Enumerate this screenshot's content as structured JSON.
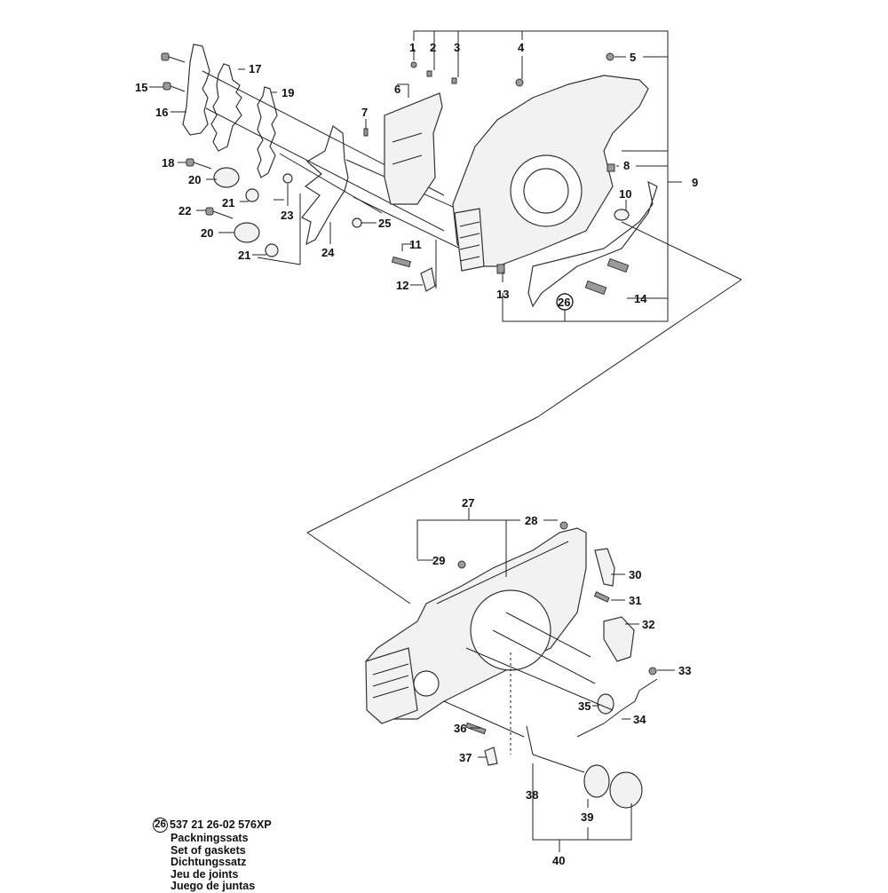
{
  "diagram": {
    "type": "exploded-parts-diagram",
    "subject": "Chainsaw crankcase assembly",
    "callouts": [
      {
        "id": "1",
        "label": "1"
      },
      {
        "id": "2",
        "label": "2"
      },
      {
        "id": "3",
        "label": "3"
      },
      {
        "id": "4",
        "label": "4"
      },
      {
        "id": "5",
        "label": "5"
      },
      {
        "id": "6",
        "label": "6"
      },
      {
        "id": "7",
        "label": "7"
      },
      {
        "id": "8",
        "label": "8"
      },
      {
        "id": "9",
        "label": "9"
      },
      {
        "id": "10",
        "label": "10"
      },
      {
        "id": "11",
        "label": "11"
      },
      {
        "id": "12",
        "label": "12"
      },
      {
        "id": "13",
        "label": "13"
      },
      {
        "id": "14",
        "label": "14"
      },
      {
        "id": "15",
        "label": "15"
      },
      {
        "id": "16",
        "label": "16"
      },
      {
        "id": "17",
        "label": "17"
      },
      {
        "id": "18",
        "label": "18"
      },
      {
        "id": "19",
        "label": "19"
      },
      {
        "id": "20a",
        "label": "20"
      },
      {
        "id": "20b",
        "label": "20"
      },
      {
        "id": "21a",
        "label": "21"
      },
      {
        "id": "21b",
        "label": "21"
      },
      {
        "id": "22",
        "label": "22"
      },
      {
        "id": "23",
        "label": "23"
      },
      {
        "id": "24",
        "label": "24"
      },
      {
        "id": "25",
        "label": "25"
      },
      {
        "id": "26",
        "label": "26",
        "circled": true
      },
      {
        "id": "27",
        "label": "27"
      },
      {
        "id": "28",
        "label": "28"
      },
      {
        "id": "29",
        "label": "29"
      },
      {
        "id": "30",
        "label": "30"
      },
      {
        "id": "31",
        "label": "31"
      },
      {
        "id": "32",
        "label": "32"
      },
      {
        "id": "33",
        "label": "33"
      },
      {
        "id": "34",
        "label": "34"
      },
      {
        "id": "35",
        "label": "35"
      },
      {
        "id": "36",
        "label": "36"
      },
      {
        "id": "37",
        "label": "37"
      },
      {
        "id": "38",
        "label": "38"
      },
      {
        "id": "39",
        "label": "39"
      },
      {
        "id": "40",
        "label": "40"
      }
    ]
  },
  "legend": {
    "ref": "26",
    "part_number": "537 21 26-02 576XP",
    "names": [
      "Packningssats",
      "Set of gaskets",
      "Dichtungssatz",
      "Jeu de joints",
      "Juego de juntas"
    ]
  }
}
